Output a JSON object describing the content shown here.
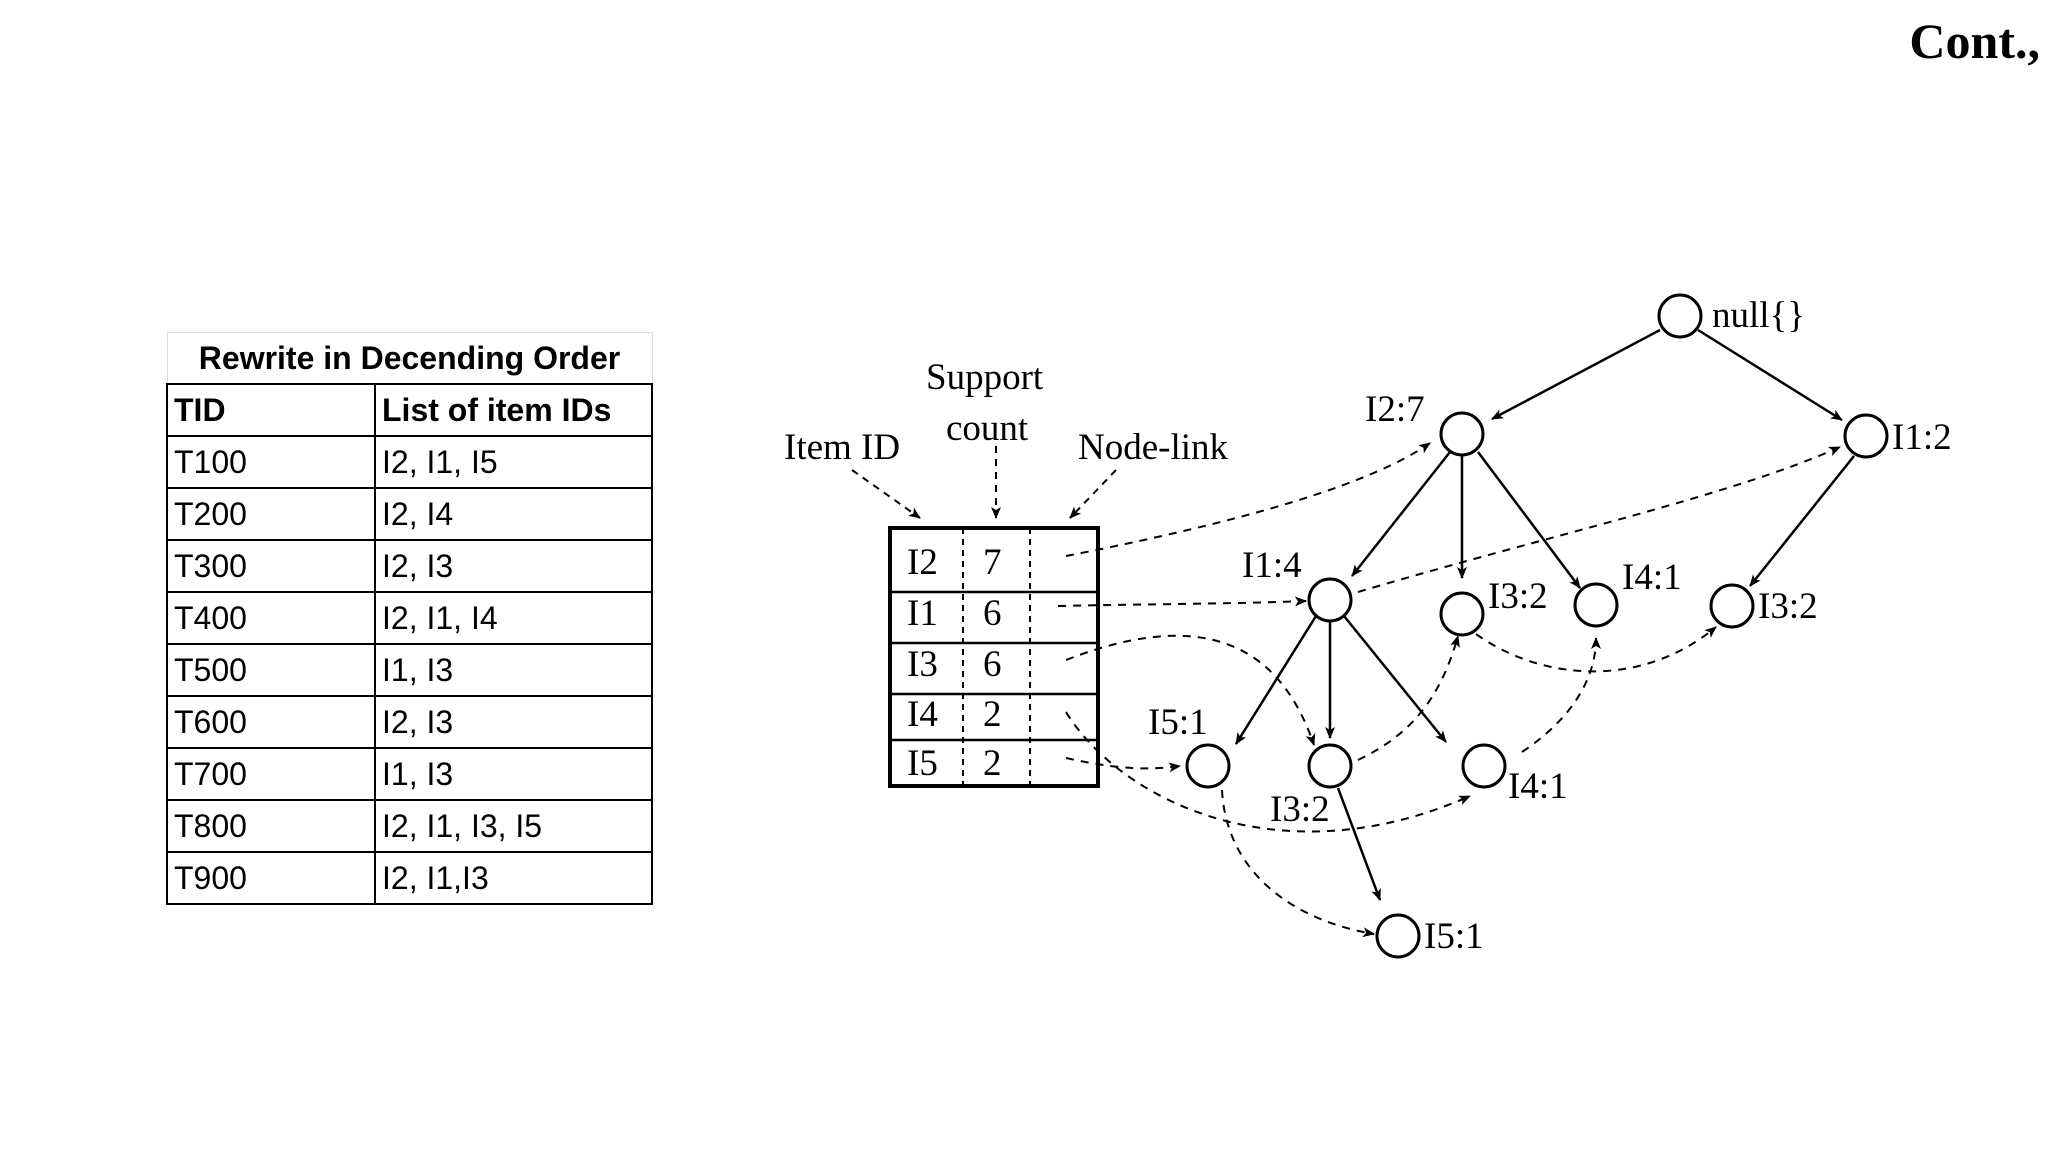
{
  "title": "Cont.,",
  "table": {
    "heading": "Rewrite in Decending Order",
    "columns": [
      "TID",
      "List of item IDs"
    ],
    "rows": [
      {
        "tid": "T100",
        "items": "I2, I1, I5"
      },
      {
        "tid": "T200",
        "items": "I2, I4"
      },
      {
        "tid": "T300",
        "items": "I2, I3"
      },
      {
        "tid": "T400",
        "items": "I2, I1, I4"
      },
      {
        "tid": "T500",
        "items": "I1, I3"
      },
      {
        "tid": "T600",
        "items": "I2, I3"
      },
      {
        "tid": "T700",
        "items": "I1, I3"
      },
      {
        "tid": "T800",
        "items": "I2, I1, I3, I5"
      },
      {
        "tid": "T900",
        "items": "I2, I1,I3"
      }
    ]
  },
  "diagram": {
    "header_labels": {
      "item_id": "Item ID",
      "support_line1": "Support",
      "support_line2": "count",
      "node_link": "Node-link"
    },
    "header_table": [
      {
        "item": "I2",
        "count": "7"
      },
      {
        "item": "I1",
        "count": "6"
      },
      {
        "item": "I3",
        "count": "6"
      },
      {
        "item": "I4",
        "count": "2"
      },
      {
        "item": "I5",
        "count": "2"
      }
    ],
    "nodes": {
      "root": "null{}",
      "i2_7": "I2:7",
      "i1_2": "I1:2",
      "i1_4": "I1:4",
      "i3_2_a": "I3:2",
      "i4_1_a": "I4:1",
      "i3_2_b": "I3:2",
      "i5_1_a": "I5:1",
      "i3_2_c": "I3:2",
      "i4_1_b": "I4:1",
      "i5_1_b": "I5:1"
    }
  }
}
